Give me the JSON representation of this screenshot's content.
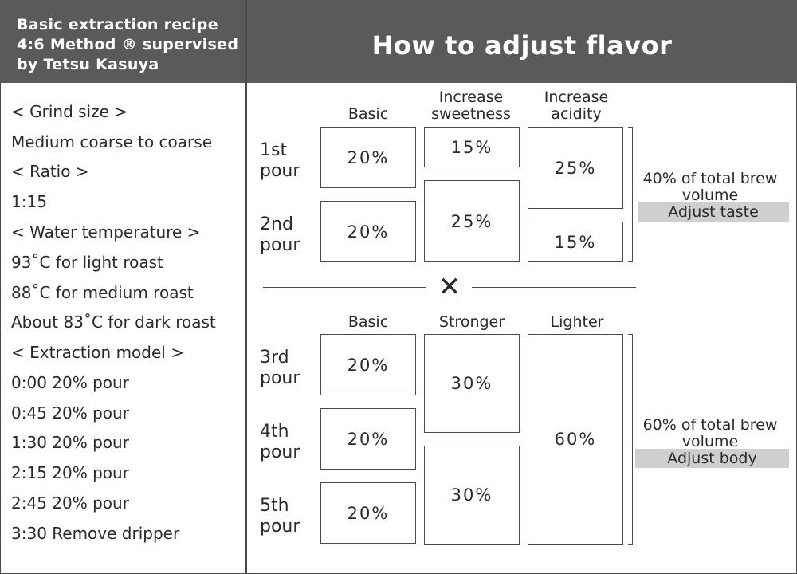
{
  "recipe": {
    "title_lines": [
      "Basic extraction recipe",
      "4:6 Method ® supervised",
      "by Tetsu Kasuya"
    ],
    "items": [
      "< Grind size >",
      "Medium coarse to coarse",
      "< Ratio >",
      "1:15",
      "< Water temperature >",
      "93˚C for light roast",
      "88˚C for medium roast",
      "About 83˚C for dark roast",
      "< Extraction model >",
      "0:00 20% pour",
      "0:45 20% pour",
      "1:30 20% pour",
      "2:15 20% pour",
      "2:45 20% pour",
      "3:30 Remove dripper"
    ]
  },
  "flavor": {
    "title": "How to adjust flavor",
    "taste": {
      "col_basic": "Basic",
      "col_sweet": "Increase sweetness",
      "col_acid": "Increase acidity",
      "pour1": "1st pour",
      "pour2": "2nd pour",
      "basic1": "20%",
      "basic2": "20%",
      "sweet1": "15%",
      "sweet2": "25%",
      "acid1": "25%",
      "acid2": "15%",
      "note": "40% of total brew volume",
      "band": "Adjust taste"
    },
    "separator": "✕",
    "body": {
      "col_basic": "Basic",
      "col_strong": "Stronger",
      "col_light": "Lighter",
      "pour3": "3rd pour",
      "pour4": "4th pour",
      "pour5": "5th pour",
      "basic3": "20%",
      "basic4": "20%",
      "basic5": "20%",
      "strong1": "30%",
      "strong2": "30%",
      "light": "60%",
      "note": "60% of total brew volume",
      "band": "Adjust body"
    }
  }
}
